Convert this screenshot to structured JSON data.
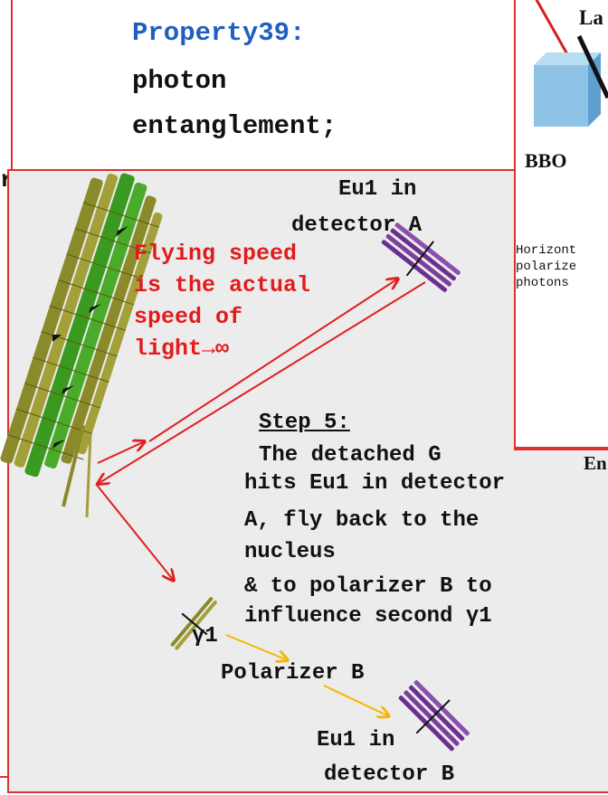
{
  "title": {
    "property": "Property39:",
    "line2": "photon",
    "line3": "entanglement;"
  },
  "left_panel_fragment": "r",
  "inset": {
    "laser_fragment": "La",
    "bbo_label": "BBO",
    "horizontal_text_lines": [
      "Horizont",
      "polarize",
      "photons"
    ],
    "bottom_fragment": "En"
  },
  "diagram": {
    "eu1_detector_a": [
      "Eu1 in",
      "detector A"
    ],
    "flying_speed": [
      "Flying speed",
      "is the actual",
      "speed of",
      "light→∞"
    ],
    "step_title": "Step 5:",
    "step_lines": [
      "The detached G",
      "hits Eu1 in detector",
      "A, fly back to the",
      "nucleus",
      "& to polarizer B to",
      "influence second γ1"
    ],
    "gamma_label": "γ1",
    "polarizer_b": "Polarizer B",
    "eu1_detector_b": [
      "Eu1 in",
      "detector B"
    ]
  },
  "colors": {
    "border": "#e03030",
    "arrow_red": "#e02020",
    "arrow_yellow": "#f5b800",
    "title_blue": "#1f5fbf",
    "purple": "#6b2f8f",
    "green": "#2f8a1f",
    "olive": "#8a8a2a"
  }
}
